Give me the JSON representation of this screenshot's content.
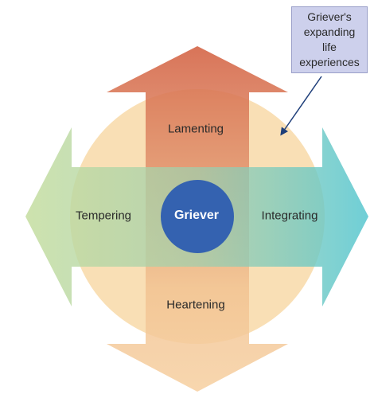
{
  "center": {
    "label": "Griever"
  },
  "arms": {
    "top": {
      "label": "Lamenting"
    },
    "bottom": {
      "label": "Heartening"
    },
    "left": {
      "label": "Tempering"
    },
    "right": {
      "label": "Integrating"
    }
  },
  "callout": {
    "lines": [
      "Griever's",
      "expanding",
      "life",
      "experiences"
    ]
  },
  "colors": {
    "circle": "#f8d9a8",
    "top_arrow": "#d86f4f",
    "bottom_arrow": "#f4c695",
    "left_arrow": "#bfd99a",
    "right_arrow": "#5ec9cc",
    "center": "#3462b0",
    "callout_bg": "#cdd0ec"
  }
}
